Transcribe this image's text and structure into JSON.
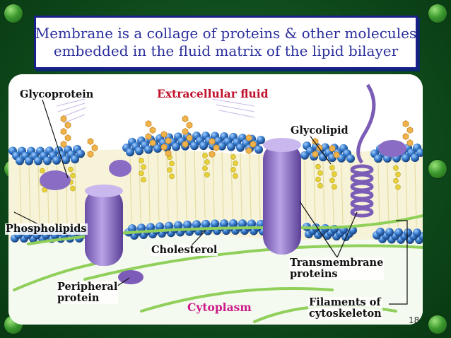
{
  "slide": {
    "title_line1": "Membrane is a collage of proteins & other molecules",
    "title_line2": "embedded in the fluid matrix of the lipid bilayer",
    "page_number": "18"
  },
  "labels": {
    "glycoprotein": "Glycoprotein",
    "extracellular_fluid": "Extracellular fluid",
    "glycolipid": "Glycolipid",
    "phospholipids": "Phospholipids",
    "cholesterol": "Cholesterol",
    "transmembrane_line1": "Transmembrane",
    "transmembrane_line2": "proteins",
    "peripheral_line1": "Peripheral",
    "peripheral_line2": "protein",
    "cytoplasm": "Cytoplasm",
    "filaments_line1": "Filaments of",
    "filaments_line2": "cytoskeleton"
  },
  "colors": {
    "background": "#0f4d1c",
    "title_text": "#2b2f9c",
    "extracellular_label": "#c0122c",
    "cytoplasm_label": "#cc1a8a",
    "phospholipid_head": "#2f6fc0",
    "cholesterol": "#e8d23a",
    "protein": "#8a6cc4",
    "sugar_chain": "#f0b24a",
    "cytoskeleton": "#8fcf5a"
  }
}
